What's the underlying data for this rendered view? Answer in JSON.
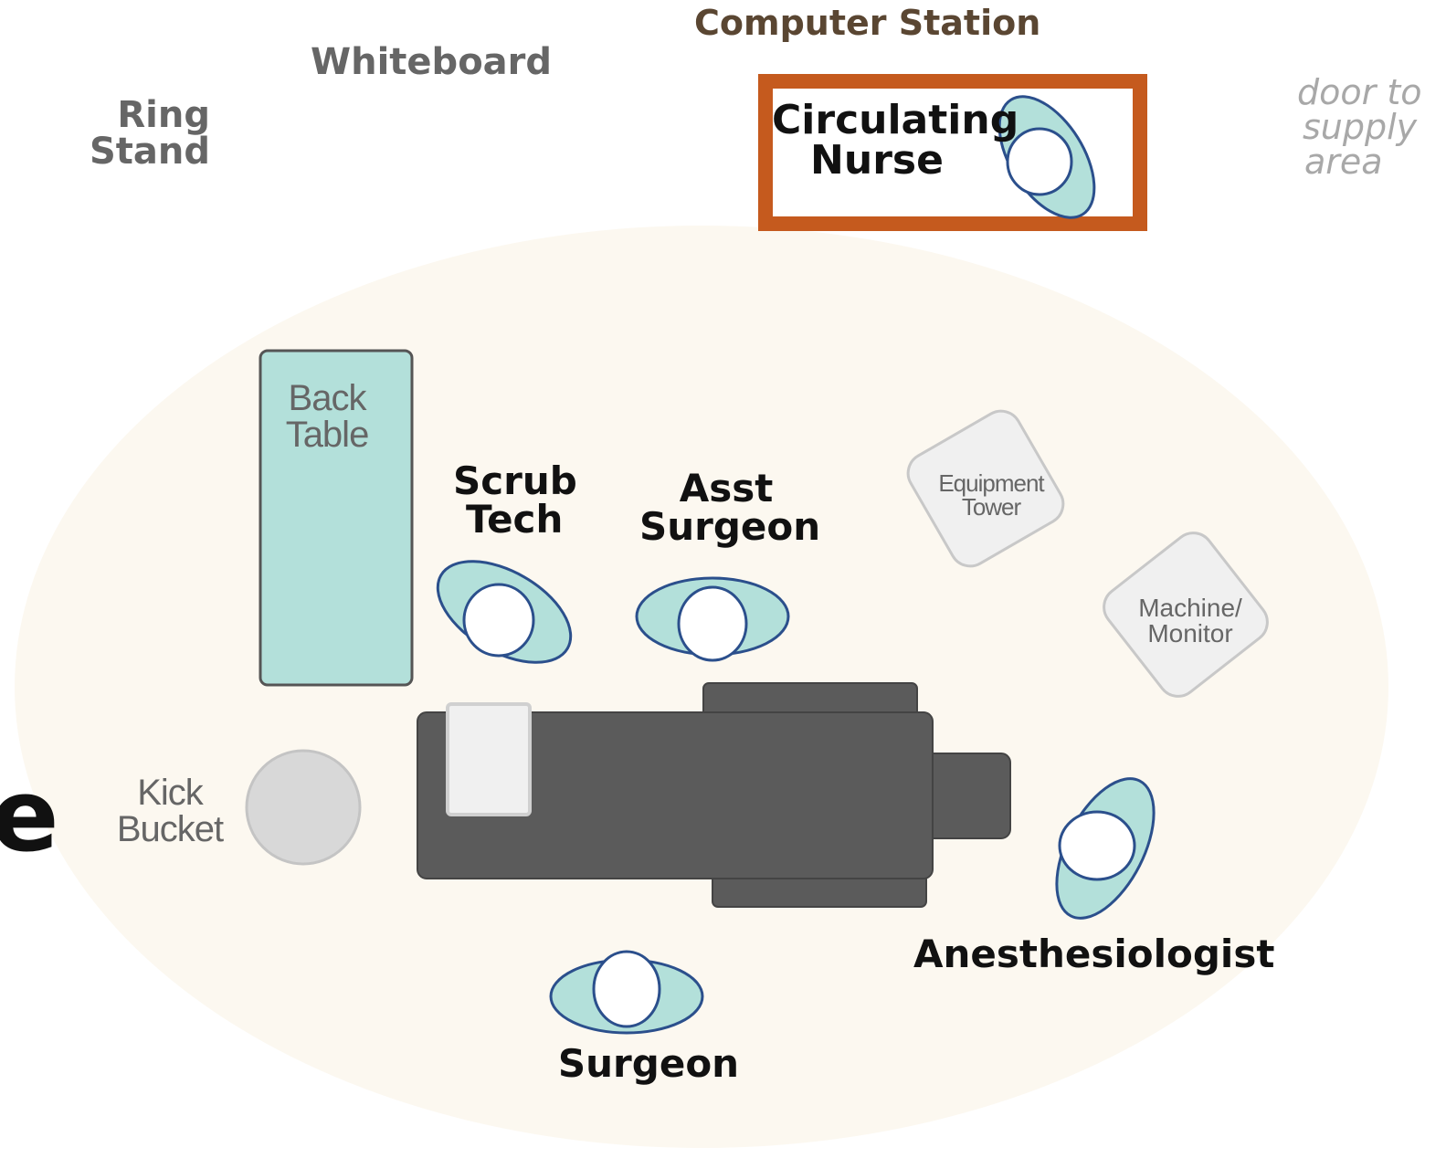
{
  "labels": {
    "computer_station": "Computer Station",
    "whiteboard": "Whiteboard",
    "ring_stand_line1": "Ring",
    "ring_stand_line2": "Stand",
    "door_line1": "door to",
    "door_line2": "supply",
    "door_line3": "area",
    "circulating_line1": "Circulating",
    "circulating_line2": "Nurse",
    "back_table_line1": "Back",
    "back_table_line2": "Table",
    "scrub_line1": "Scrub",
    "scrub_line2": "Tech",
    "asst_line1": "Asst",
    "asst_line2": "Surgeon",
    "equipment_line1": "Equipment",
    "equipment_line2": "Tower",
    "machine_line1": "Machine/",
    "machine_line2": "Monitor",
    "kick_line1": "Kick",
    "kick_line2": "Bucket",
    "anesthesiologist": "Anesthesiologist",
    "surgeon": "Surgeon",
    "edge_letter": "e"
  },
  "colors": {
    "room_floor": "#fcf8f0",
    "teal_fill": "#b3e0da",
    "teal_stroke": "#2b4f8c",
    "highlight_box": "#c55a1e",
    "table_dark": "#5b5b5b",
    "equipment_fill": "#f0f0f0"
  }
}
